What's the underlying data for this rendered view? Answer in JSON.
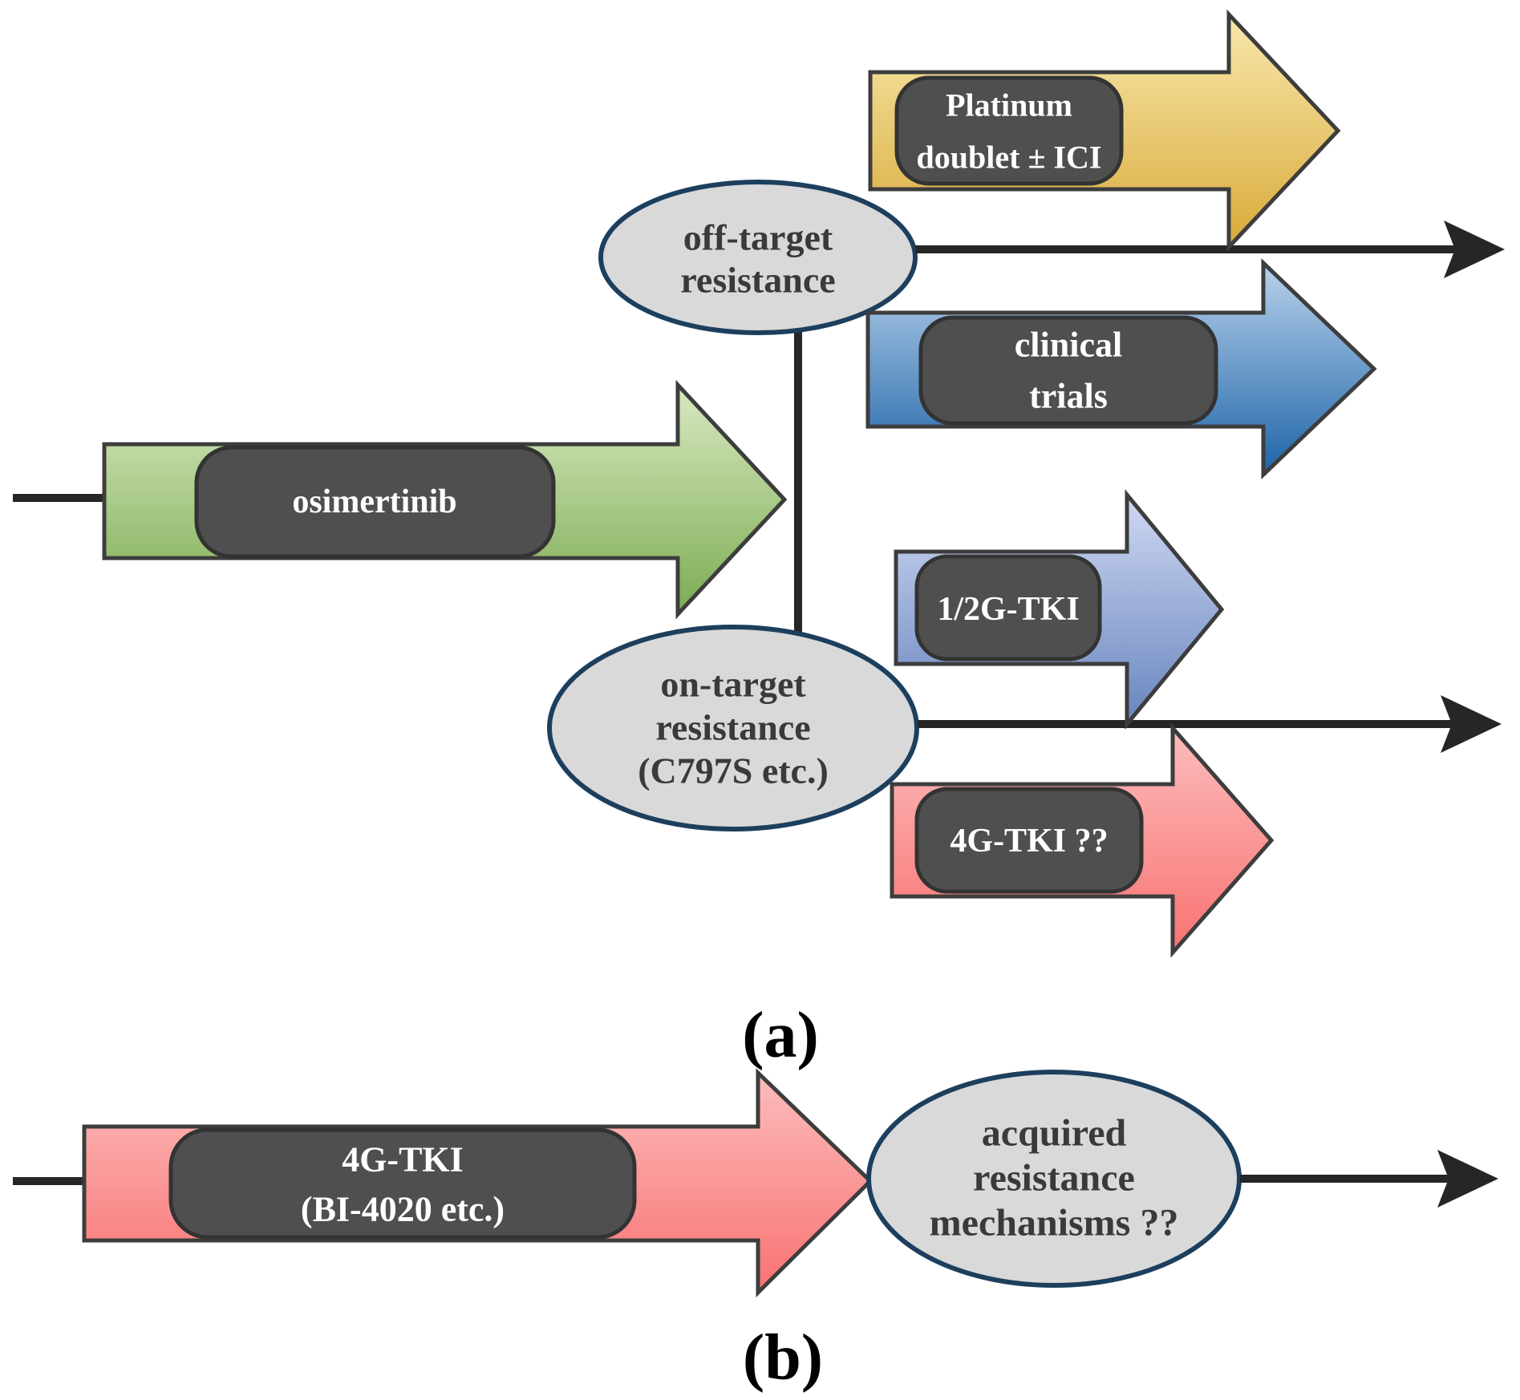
{
  "figure": {
    "type": "treatment-pathway-diagram"
  },
  "panel_a": {
    "caption": "(a)",
    "osimertinib_arrow": {
      "label": "osimertinib"
    },
    "off_target_ellipse": {
      "lines": [
        "off-target",
        "resistance"
      ]
    },
    "platinum_arrow": {
      "lines": [
        "Platinum",
        "doublet ± ICI"
      ]
    },
    "clinical_arrow": {
      "lines": [
        "clinical",
        "trials"
      ]
    },
    "on_target_ellipse": {
      "lines": [
        "on-target",
        "resistance",
        "(C797S etc.)"
      ]
    },
    "tki12_arrow": {
      "label": "1/2G-TKI"
    },
    "tki4_arrow": {
      "label": "4G-TKI ??"
    }
  },
  "panel_b": {
    "caption": "(b)",
    "tki4_arrow": {
      "lines": [
        "4G-TKI",
        "(BI-4020 etc.)"
      ]
    },
    "acquired_ellipse": {
      "lines": [
        "acquired",
        "resistance",
        "mechanisms ??"
      ]
    }
  },
  "colors": {
    "background": "#ffffff",
    "outline_dark": "#3d3d3d",
    "line_black": "#262626",
    "label_box_fill": "#4f4f4f",
    "label_box_stroke": "#333333",
    "label_text": "#ffffff",
    "ellipse_fill": "#d9d9d9",
    "ellipse_stroke": "#1d3f5e",
    "ellipse_text": "#3a3a3a",
    "caption_text": "#000000",
    "green_top": "#d8e9c2",
    "green_bottom": "#7cac52",
    "yellow_top": "#f8e8ad",
    "yellow_bottom": "#d8aa39",
    "blue_top": "#b9d2eb",
    "blue_bottom": "#1d64a8",
    "periwinkle_top": "#cfd9f2",
    "periwinkle_bottom": "#6884bf",
    "red_top": "#fcbcbc",
    "red_bottom": "#f97272"
  }
}
